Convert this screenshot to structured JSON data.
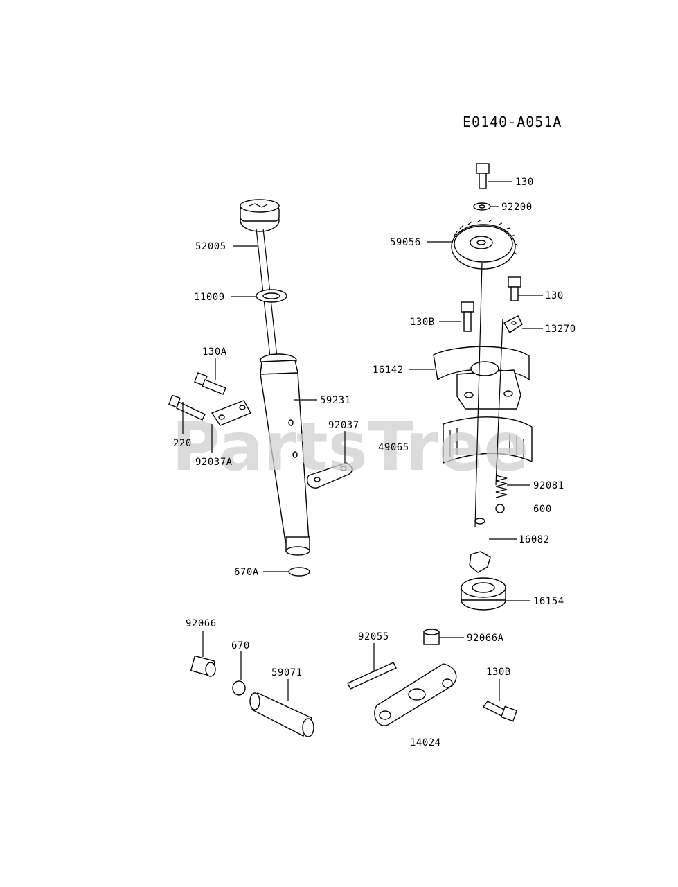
{
  "diagram_code": "E0140-A051A",
  "watermark": "PartsTree",
  "callouts": {
    "c130_top": "130",
    "c92200": "92200",
    "c59056": "59056",
    "c130_mid": "130",
    "c130B_top": "130B",
    "c13270": "13270",
    "c16142": "16142",
    "c49065": "49065",
    "c92081": "92081",
    "c600": "600",
    "c16082": "16082",
    "c16154": "16154",
    "c92066A": "92066A",
    "c130B_bot": "130B",
    "c92055": "92055",
    "c14024": "14024",
    "c52005": "52005",
    "c11009": "11009",
    "c130A": "130A",
    "c59231": "59231",
    "c92037": "92037",
    "c220": "220",
    "c92037A": "92037A",
    "c670A": "670A",
    "c92066": "92066",
    "c670": "670",
    "c59071": "59071"
  },
  "colors": {
    "ink": "#000000",
    "background": "#ffffff",
    "watermark": "#cfcfcf"
  }
}
